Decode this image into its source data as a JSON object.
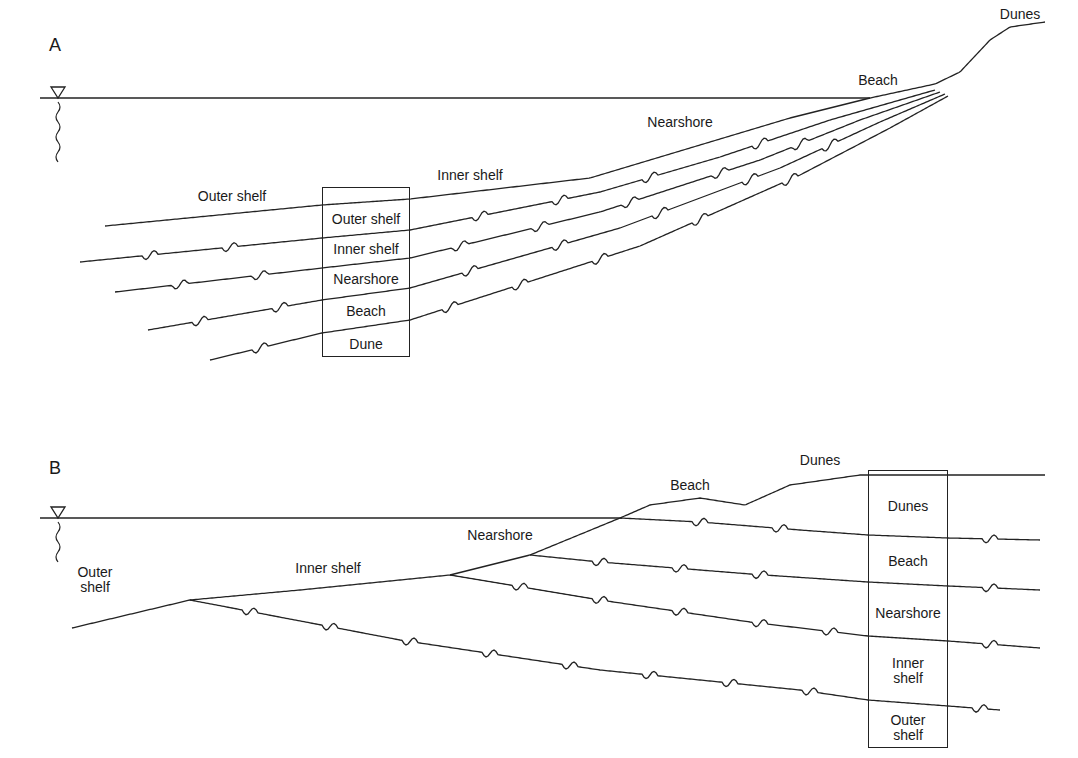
{
  "diagram": {
    "nodes": [
      {
        "text": [
          "Outer shelf",
          "Inner shelf",
          "Nearshore",
          "Beach",
          "Dune"
        ]
      },
      {
        "text": [
          "Dunes",
          "Beach",
          "Nearshore",
          "Inner shelf",
          "Outer shelf"
        ]
      }
    ],
    "labels": [
      "A",
      "Dunes",
      "Beach",
      "Nearshore",
      "Inner shelf",
      "Outer shelf",
      "B",
      "Dunes",
      "Beach",
      "Nearshore",
      "Inner shelf",
      "Outer shelf"
    ]
  }
}
